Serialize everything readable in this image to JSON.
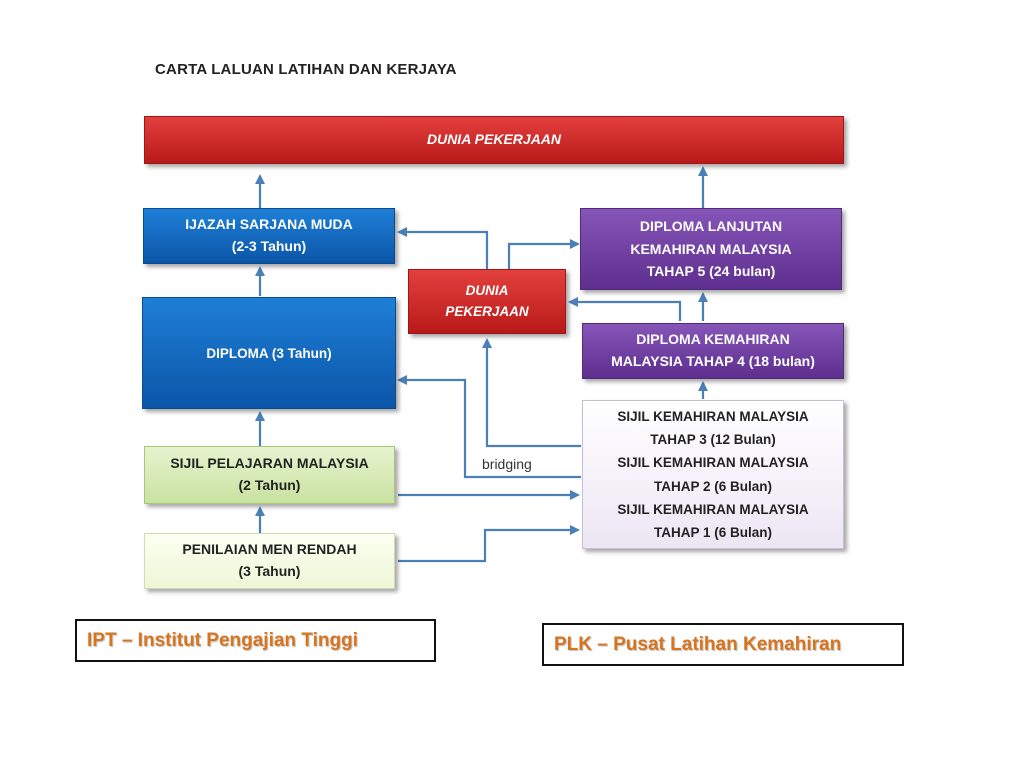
{
  "title": "CARTA LALUAN LATIHAN DAN KERJAYA",
  "boxes": {
    "top_world": "DUNIA PEKERJAAN",
    "ijazah": {
      "line1": "IJAZAH SARJANA MUDA",
      "line2": "(2-3 Tahun)"
    },
    "diploma": "DIPLOMA (3 Tahun)",
    "spm": {
      "line1": "SIJIL PELAJARAN MALAYSIA",
      "line2": "(2 Tahun)"
    },
    "pmr": {
      "line1": "PENILAIAN MEN RENDAH",
      "line2": "(3 Tahun)"
    },
    "dunia_mid": {
      "line1": "DUNIA",
      "line2": "PEKERJAAN"
    },
    "dlkm": {
      "line1": "DIPLOMA LANJUTAN",
      "line2": "KEMAHIRAN MALAYSIA",
      "line3": "TAHAP 5 (24 bulan)"
    },
    "dkm": {
      "line1": "DIPLOMA KEMAHIRAN",
      "line2": "MALAYSIA TAHAP 4 (18 bulan)"
    },
    "skm": {
      "l1": "SIJIL KEMAHIRAN MALAYSIA",
      "l2": "TAHAP 3 (12 Bulan)",
      "l3": "SIJIL KEMAHIRAN MALAYSIA",
      "l4": "TAHAP 2 (6 Bulan)",
      "l5": "SIJIL KEMAHIRAN MALAYSIA",
      "l6": "TAHAP 1 (6 Bulan)"
    }
  },
  "bridging_label": "bridging",
  "legend": {
    "ipt": "IPT – Institut Pengajian Tinggi",
    "plk": "PLK – Pusat Latihan Kemahiran"
  },
  "colors": {
    "red": "#c92a28",
    "blue": "#0f63b8",
    "purple": "#6b3a9c",
    "green": "#d6ebb3",
    "arrow": "#4a7fb8",
    "legend_text": "#d8731e"
  }
}
